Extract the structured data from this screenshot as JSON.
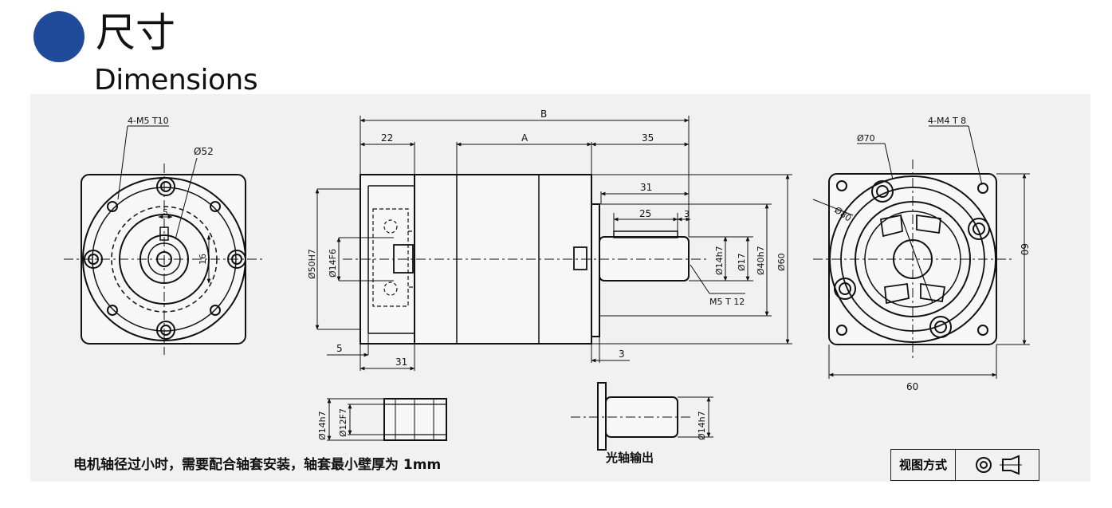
{
  "header": {
    "title_cn": "尺寸",
    "title_en": "Dimensions",
    "accent_color": "#1f4b9a"
  },
  "labels": {
    "front_thread": "4-M5 T10",
    "front_dia": "Ø52",
    "front_key": "5",
    "front_height": "16",
    "side_B": "B",
    "side_A": "A",
    "side_22": "22",
    "side_35": "35",
    "side_31_top": "31",
    "side_25": "25",
    "side_3_top": "3",
    "side_50h7": "Ø50H7",
    "side_14F6": "Ø14F6",
    "side_14h7": "Ø14h7",
    "side_17": "Ø17",
    "side_40h7": "Ø40h7",
    "side_60": "Ø60",
    "side_M5": "M5 T 12",
    "side_5": "5",
    "side_31_bottom": "31",
    "side_3_bottom": "3",
    "back_thread": "4-M4 T 8",
    "back_70": "Ø70",
    "back_80": "Ø80",
    "back_60_right": "60",
    "back_60_bottom": "60",
    "sleeve_14h7": "Ø14h7",
    "sleeve_12F7": "Ø12F7",
    "shaft_14h7": "Ø14h7"
  },
  "notes": {
    "sleeve_note": "电机轴径过小时，需要配合轴套安装，轴套最小壁厚为  1mm",
    "shaft_note": "光轴输出",
    "view_label": "视图方式"
  }
}
